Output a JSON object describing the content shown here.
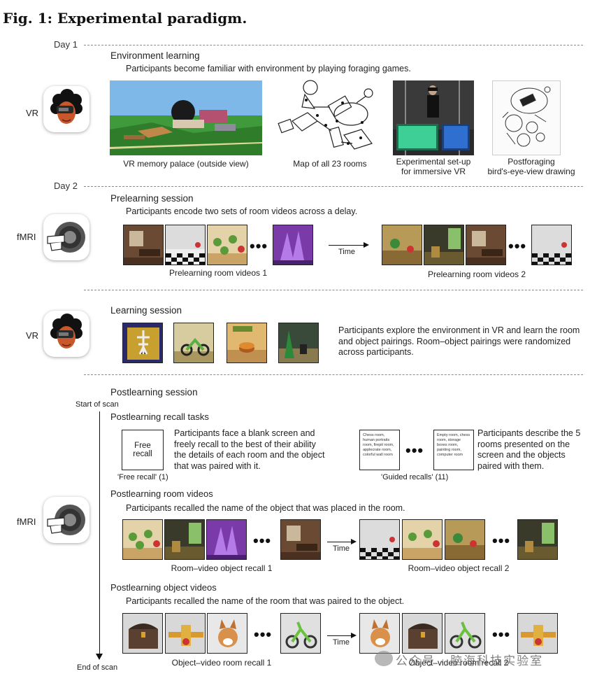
{
  "figure_title": "Fig. 1: Experimental paradigm.",
  "day1": {
    "label": "Day 1",
    "section": "Environment learning",
    "subtitle": "Participants become familiar with environment by playing foraging games.",
    "side_label": "VR",
    "captions": {
      "palace": "VR memory palace (outside view)",
      "map": "Map of all 23 rooms",
      "setup_line1": "Experimental set-up",
      "setup_line2": "for immersive VR",
      "drawing_line1": "Postforaging",
      "drawing_line2": "bird's-eye-view drawing"
    }
  },
  "day2": {
    "label": "Day 2",
    "prelearning": {
      "side_label": "fMRI",
      "section": "Prelearning session",
      "subtitle": "Participants encode two sets of room videos across a delay.",
      "caption1": "Prelearning room videos 1",
      "caption2": "Prelearning room videos 2",
      "time": "Time",
      "dots": "•••"
    },
    "learning": {
      "side_label": "VR",
      "section": "Learning session",
      "description": "Participants explore the environment in VR and learn the room and object pairings. Room–object pairings were randomized across participants."
    },
    "postlearning": {
      "section": "Postlearning session",
      "side_label": "fMRI",
      "start_scan": "Start of scan",
      "end_scan": "End of scan",
      "recall_tasks": "Postlearning recall tasks",
      "free_recall_box_line1": "Free",
      "free_recall_box_line2": "recall",
      "free_recall_text": "Participants face a blank screen and freely recall to the best of their ability the details of each room and the object that was paired with it.",
      "free_recall_caption": "'Free recall' (1)",
      "guided_sheet1": "Chess room, human portraits room, firepit room, applecrate room, colorful wall room",
      "guided_sheet2": "Empty room, chess room, storage boxes room, painting room, computer room",
      "guided_text": "Participants describe the 5 rooms presented on the screen and the objects paired with them.",
      "guided_caption": "'Guided recalls' (11)",
      "room_videos_section": "Postlearning room videos",
      "room_videos_subtitle": "Participants recalled the name of the object that was placed in the room.",
      "room_caption1": "Room–video object recall 1",
      "room_caption2": "Room–video object recall 2",
      "object_videos_section": "Postlearning object videos",
      "object_videos_subtitle": "Participants recalled the name of the room that was paired to the object.",
      "object_caption1": "Object–video room recall 1",
      "object_caption2": "Object–video room recall 2",
      "time": "Time",
      "dots": "•••"
    }
  },
  "watermark": "公众号 · 脑海科技实验室"
}
